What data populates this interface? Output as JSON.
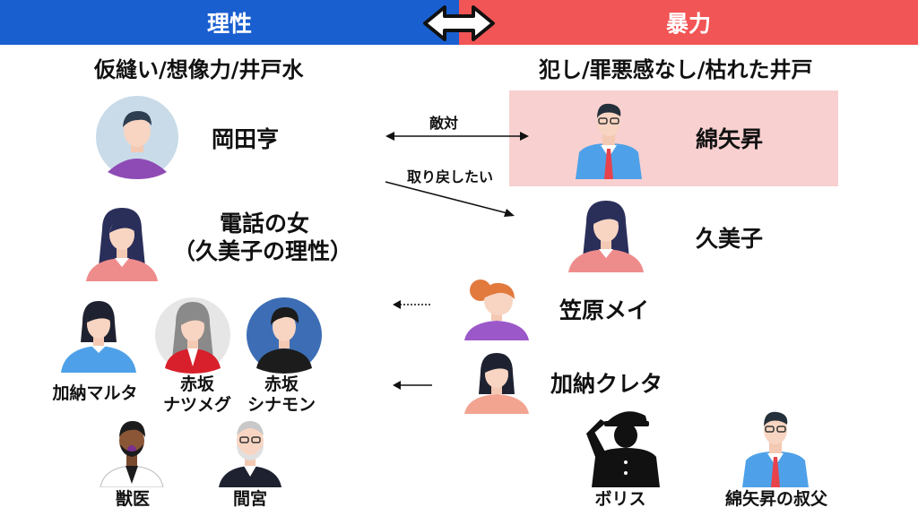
{
  "header": {
    "left_title": "理性",
    "right_title": "暴力",
    "left_color": "#1a5fd0",
    "right_color": "#f25555",
    "swap_icon": "double-arrow-icon"
  },
  "left": {
    "subtitle": "仮縫い/想像力/井戸水",
    "okada": "岡田亨",
    "phone_woman_line1": "電話の女",
    "phone_woman_line2": "（久美子の理性）",
    "marta": "加納マルタ",
    "natsumeg_line1": "赤坂",
    "natsumeg_line2": "ナツメグ",
    "cinnamon_line1": "赤坂",
    "cinnamon_line2": "シナモン",
    "vet": "獣医",
    "mamiya": "間宮"
  },
  "right": {
    "subtitle": "犯し/罪悪感なし/枯れた井戸",
    "wataya": "綿矢昇",
    "kumiko": "久美子",
    "may": "笠原メイ",
    "creta": "加納クレタ",
    "boris": "ボリス",
    "uncle": "綿矢昇の叔父",
    "highlight_color": "#f9d0d0"
  },
  "relations": {
    "hostile": "敵対",
    "want_back": "取り戻したい"
  }
}
